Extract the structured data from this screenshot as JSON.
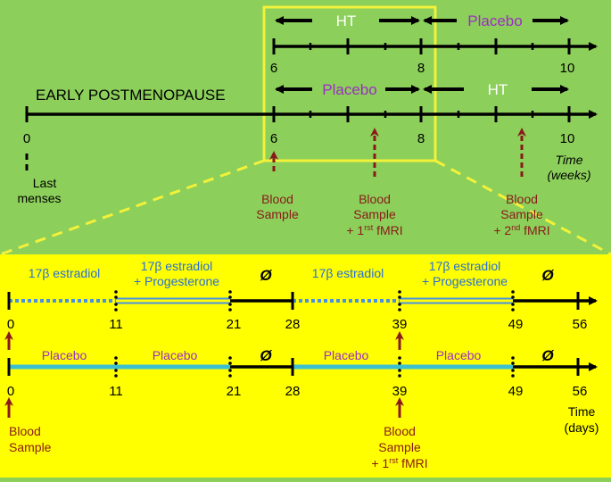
{
  "colors": {
    "top_background": "#8ccf5a",
    "bottom_background": "#ffff00",
    "highlight_border": "#f2f23a",
    "treatment_blue": "#2a6fd6",
    "placebo_purple": "#9b2fc4",
    "annotation_brown": "#8a1a1a",
    "placebo_line": "#3cc0d0",
    "axis_black": "#000000"
  },
  "top_timeline": {
    "early_label": "EARLY POSTMENOPAUSE",
    "start_tick": "0",
    "last_menses": [
      "Last",
      "menses"
    ],
    "row1": {
      "left_label": "HT",
      "right_label": "Placebo",
      "ticks": [
        "6",
        "8",
        "10"
      ]
    },
    "row2": {
      "left_label": "Placebo",
      "right_label": "HT",
      "ticks": [
        "6",
        "8",
        "10"
      ]
    },
    "time_label": [
      "Time",
      "(weeks)"
    ],
    "annotations": [
      {
        "lines": [
          "Blood",
          "Sample"
        ]
      },
      {
        "lines": [
          "Blood",
          "Sample",
          "+ 1"
        ],
        "superscript": "rst",
        "suffix": " fMRI"
      },
      {
        "lines": [
          "Blood",
          "Sample",
          "+ 2"
        ],
        "superscript": "nd",
        "suffix": " fMRI"
      }
    ]
  },
  "bottom_timeline": {
    "row1_phases": [
      "17β estradiol",
      "17β estradiol",
      "+ Progesterone",
      "Ø",
      "17β estradiol",
      "17β estradiol",
      "+ Progesterone",
      "Ø"
    ],
    "row2_phases": [
      "Placebo",
      "Placebo",
      "Ø",
      "Placebo",
      "Placebo",
      "Ø"
    ],
    "ticks": [
      "0",
      "11",
      "21",
      "28",
      "39",
      "49",
      "56"
    ],
    "time_label": [
      "Time",
      "(days)"
    ],
    "annotations": [
      {
        "lines": [
          "Blood",
          "Sample"
        ]
      },
      {
        "lines": [
          "Blood",
          "Sample",
          "+ 1"
        ],
        "superscript": "rst",
        "suffix": " fMRI"
      }
    ]
  }
}
